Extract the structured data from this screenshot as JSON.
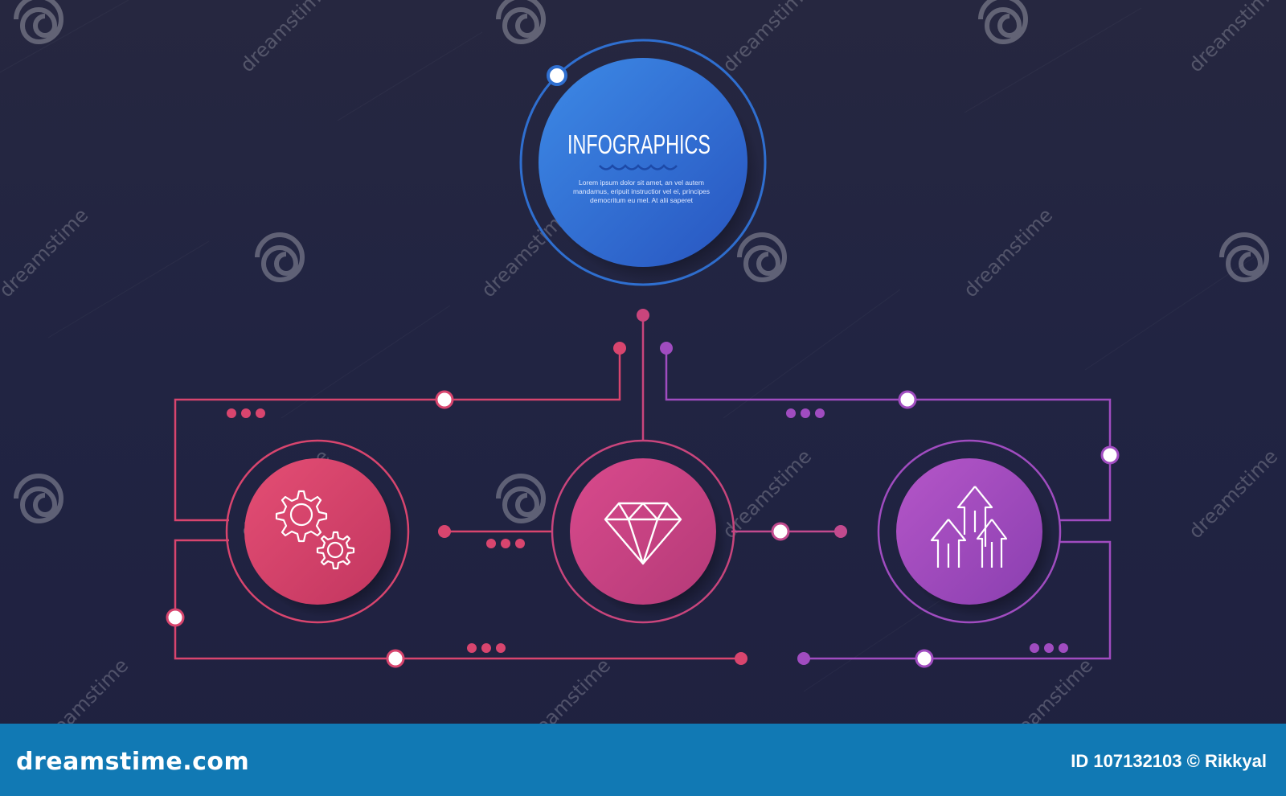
{
  "colors": {
    "background": "#22243f",
    "blue": "#3276d6",
    "red": "#d8456e",
    "magenta": "#c24a8e",
    "purple": "#9a4fc0",
    "footer": "#1179b4"
  },
  "main": {
    "title": "INFOGRAPHICS",
    "body_lines": [
      "Lorem ipsum dolor sit amet, an vel autem",
      "mandamus, eripuit instructior vel ei, principes",
      "democritum eu mel. At alii saperet"
    ]
  },
  "nodes": [
    {
      "id": "gears",
      "icon": "gears-icon",
      "color": "#d8456e"
    },
    {
      "id": "diamond",
      "icon": "diamond-icon",
      "color": "#c94682"
    },
    {
      "id": "growth",
      "icon": "growth-arrows-icon",
      "color": "#a24fbf"
    }
  ],
  "watermark": {
    "text": "dreamstime"
  },
  "footer": {
    "logo_text": "dreamstime.com",
    "id_text": "ID 107132103 © Rikkyal"
  }
}
